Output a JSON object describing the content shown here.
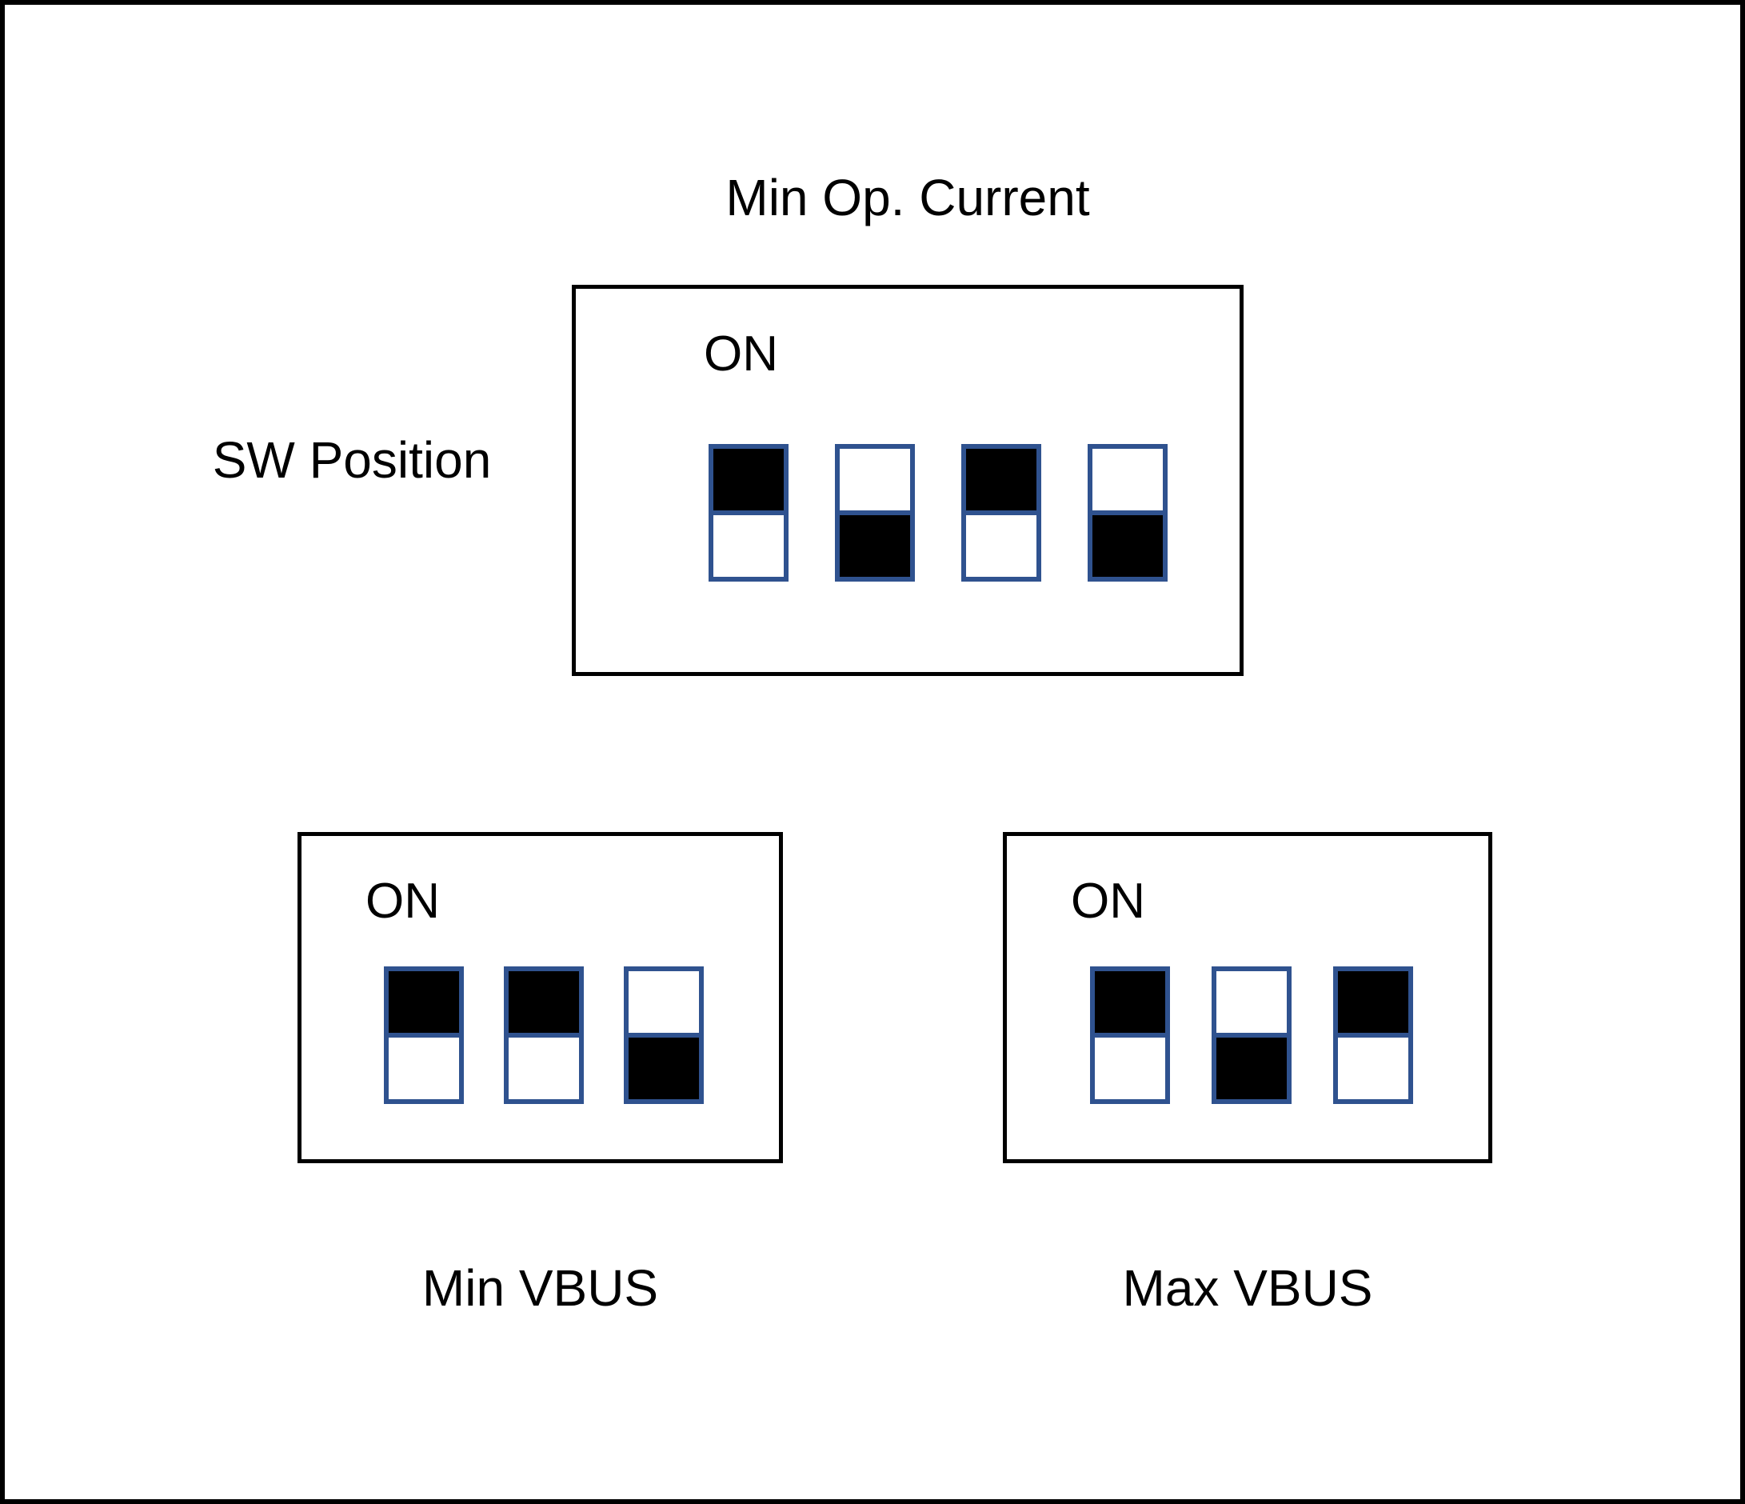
{
  "diagram": {
    "title": "Min Op. Current",
    "side_label": "SW Position",
    "colors": {
      "background": "#FFFFFF",
      "frame_border": "#000000",
      "box_border": "#000000",
      "switch_border": "#2F528F",
      "switch_fill_on": "#000000",
      "text": "#000000"
    },
    "panels": [
      {
        "id": "min-op-current",
        "on_label": "ON",
        "caption": "Min Op. Current",
        "caption_position": "above",
        "switch_count": 4,
        "switches": [
          {
            "index": 1,
            "position": "on"
          },
          {
            "index": 2,
            "position": "off"
          },
          {
            "index": 3,
            "position": "on"
          },
          {
            "index": 4,
            "position": "off"
          }
        ]
      },
      {
        "id": "min-vbus",
        "on_label": "ON",
        "caption": "Min VBUS",
        "caption_position": "below",
        "switch_count": 3,
        "switches": [
          {
            "index": 1,
            "position": "on"
          },
          {
            "index": 2,
            "position": "on"
          },
          {
            "index": 3,
            "position": "off"
          }
        ]
      },
      {
        "id": "max-vbus",
        "on_label": "ON",
        "caption": "Max VBUS",
        "caption_position": "below",
        "switch_count": 3,
        "switches": [
          {
            "index": 1,
            "position": "on"
          },
          {
            "index": 2,
            "position": "off"
          },
          {
            "index": 3,
            "position": "on"
          }
        ]
      }
    ]
  }
}
